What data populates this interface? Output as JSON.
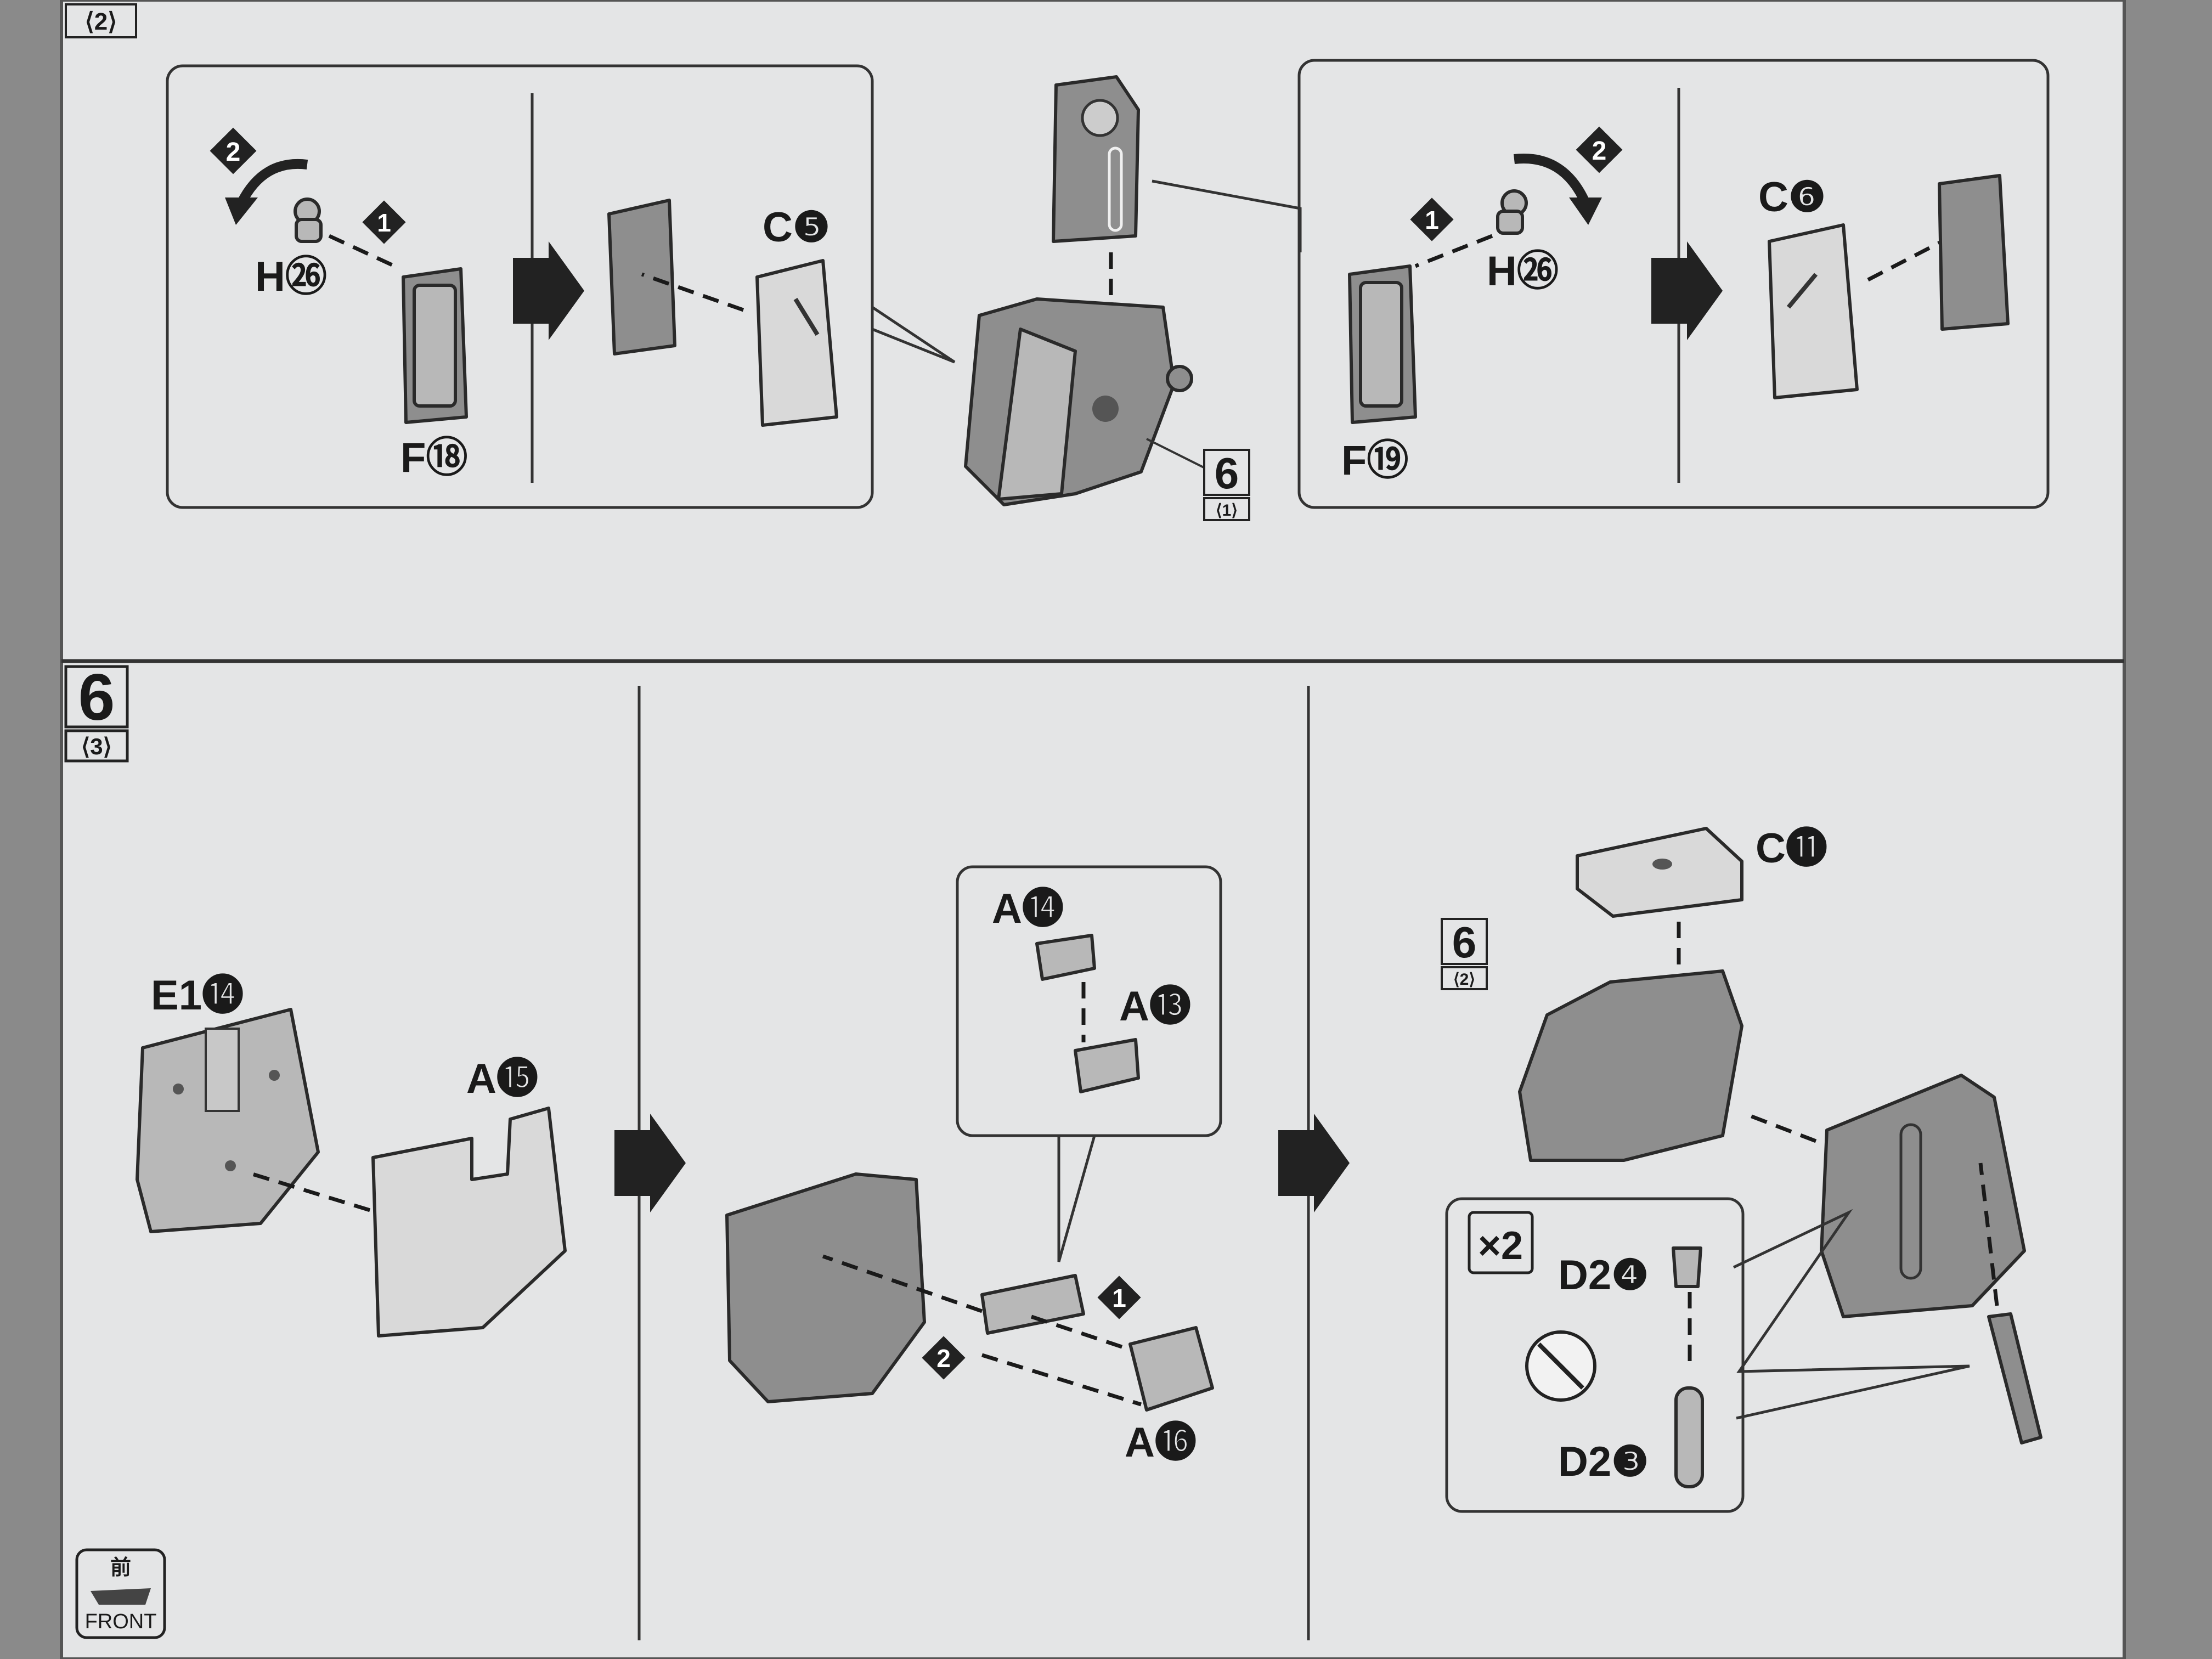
{
  "page": {
    "top_tag": "⟨2⟩",
    "step_number": "6",
    "step_sub": "⟨3⟩",
    "front_kanji": "前",
    "front_label": "FRONT"
  },
  "top_left_panel": {
    "h_part": "H㉖",
    "f_part": "F⑱",
    "c_part": "C❺",
    "order_1": "1",
    "order_2": "2"
  },
  "top_center": {
    "ref_step": "6",
    "ref_sub": "⟨1⟩"
  },
  "top_right_panel": {
    "h_part": "H㉖",
    "f_part": "F⑲",
    "c_part": "C❻",
    "order_1": "1",
    "order_2": "2"
  },
  "bottom_left": {
    "e_part": "E1⓮",
    "a_part": "A⓯"
  },
  "bottom_middle": {
    "a14": "A⓮",
    "a13": "A⓭",
    "a16": "A⓰",
    "order_1": "1",
    "order_2": "2"
  },
  "bottom_right": {
    "c_part": "C⓫",
    "ref_step": "6",
    "ref_sub": "⟨2⟩",
    "multiplier": "×2",
    "d24": "D2❹",
    "d23": "D2❸"
  }
}
